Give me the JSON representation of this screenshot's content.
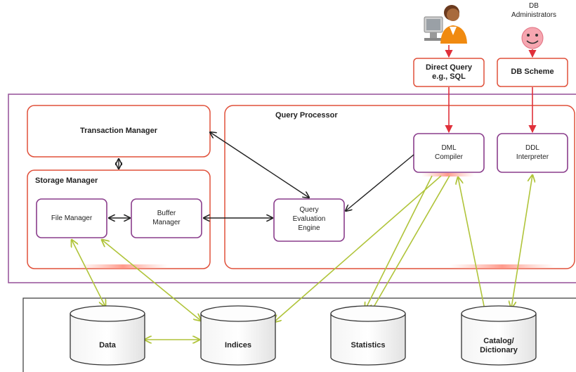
{
  "users": {
    "db_admins_label": "DB\nAdministrators"
  },
  "inputs": {
    "direct_query": "Direct Query\ne.g., SQL",
    "db_scheme": "DB Scheme"
  },
  "dbms": {
    "transaction_manager": "Transaction Manager",
    "storage_manager": "Storage Manager",
    "file_manager": "File Manager",
    "buffer_manager": "Buffer\nManager",
    "query_processor": "Query Processor",
    "query_evaluation_engine": "Query\nEvaluation\nEngine",
    "dml_compiler": "DML\nCompiler",
    "ddl_interpreter": "DDL\nInterpreter"
  },
  "storage": {
    "data": "Data",
    "indices": "Indices",
    "statistics": "Statistics",
    "catalog": "Catalog/\nDictionary"
  },
  "colors": {
    "box_border": "#e0503a",
    "purple": "#8a3d8c",
    "red_arrow": "#e0303a",
    "green_arrow": "#b8cc3a",
    "dark_arrow": "#222222"
  }
}
